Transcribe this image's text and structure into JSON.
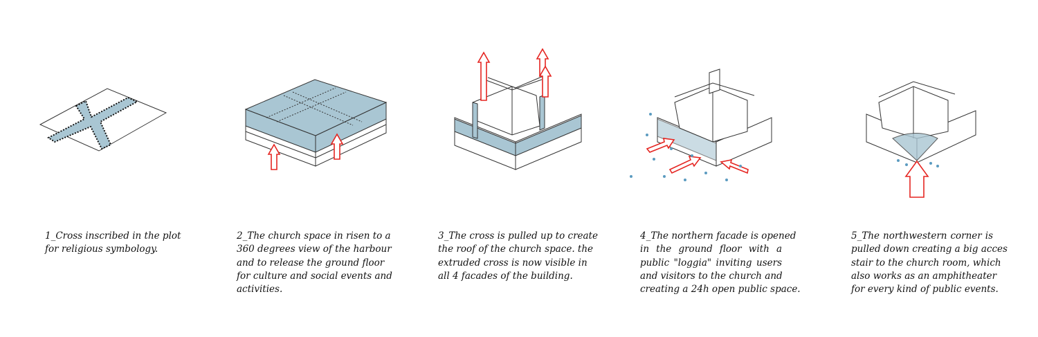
{
  "steps": [
    {
      "lines": [
        "1_Cross inscribed in the plot",
        "for religious symbology."
      ]
    },
    {
      "lines": [
        "2_The church space in risen to a",
        "360 degrees view of the harbour",
        "and to release the ground floor",
        "for culture and social events and",
        "activities."
      ]
    },
    {
      "lines": [
        "3_The cross is pulled up to create",
        "the roof of the church space. the",
        "extruded cross is now visible in",
        "all 4 facades of the building."
      ]
    },
    {
      "lines": [
        "4_The northern facade is opened",
        "in the ground floor with a",
        "public \"loggia\" inviting users",
        "and visitors to the church and",
        "creating a 24h open public space."
      ]
    },
    {
      "lines": [
        "5_The northwestern corner is",
        "pulled down creating a big acces",
        "stair to the church room, which",
        "also works as an amphitheater",
        "for every kind of public events."
      ]
    }
  ],
  "colors": {
    "accent_blue": "#a9c6d3",
    "arrow_red": "#e52521",
    "people_blue": "#5b9bc0"
  }
}
